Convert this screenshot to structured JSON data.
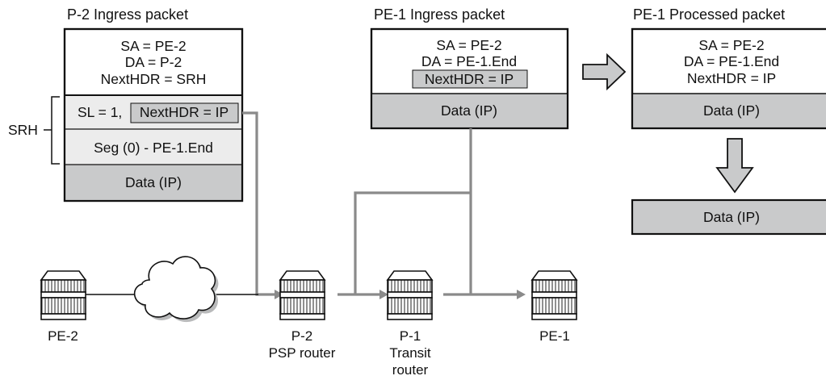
{
  "colors": {
    "shaded": "#c9cacb",
    "light": "#ececec",
    "white": "#ffffff",
    "line": "#8a8a8a",
    "border": "#111111"
  },
  "p2": {
    "title": "P-2 Ingress packet",
    "sa": "SA = PE-2",
    "da": "DA = P-2",
    "nexthdr": "NextHDR = SRH",
    "sl": "SL = 1,",
    "srh_nexthdr": "NextHDR = IP",
    "seg": "Seg (0) - PE-1.End",
    "data": "Data (IP)",
    "srh_label": "SRH"
  },
  "pe1_ingress": {
    "title": "PE-1 Ingress packet",
    "sa": "SA = PE-2",
    "da": "DA = PE-1.End",
    "nexthdr": "NextHDR = IP",
    "data": "Data (IP)"
  },
  "pe1_processed": {
    "title": "PE-1 Processed packet",
    "sa": "SA = PE-2",
    "da": "DA = PE-1.End",
    "nexthdr": "NextHDR = IP",
    "data": "Data (IP)",
    "result_data": "Data (IP)"
  },
  "devices": {
    "pe2": "PE-2",
    "p2_name": "P-2",
    "p2_role": "PSP router",
    "p1_name": "P-1",
    "p1_role1": "Transit",
    "p1_role2": "router",
    "pe1": "PE-1"
  }
}
